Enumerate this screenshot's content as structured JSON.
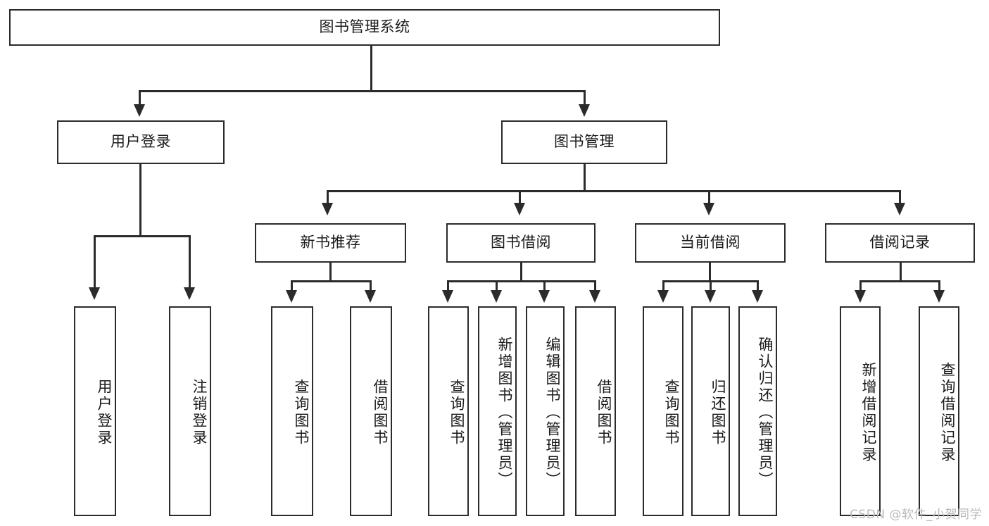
{
  "diagram": {
    "type": "tree-hierarchy-chart",
    "title": "图书管理系统",
    "root": {
      "id": "root",
      "label": "图书管理系统",
      "level": 0
    },
    "level1": [
      {
        "id": "user-login",
        "label": "用户登录"
      },
      {
        "id": "book-management",
        "label": "图书管理"
      }
    ],
    "level2": [
      {
        "id": "new-book-recommend",
        "label": "新书推荐",
        "parent": "book-management"
      },
      {
        "id": "book-borrow",
        "label": "图书借阅",
        "parent": "book-management"
      },
      {
        "id": "current-borrow",
        "label": "当前借阅",
        "parent": "book-management"
      },
      {
        "id": "borrow-record",
        "label": "借阅记录",
        "parent": "book-management"
      }
    ],
    "leaves": {
      "user-login": [
        {
          "id": "leaf-user-login",
          "label": "用户登录"
        },
        {
          "id": "leaf-logout-login",
          "label": "注销登录"
        }
      ],
      "new-book-recommend": [
        {
          "id": "leaf-query-book-1",
          "label": "查询图书"
        },
        {
          "id": "leaf-borrow-book-1",
          "label": "借阅图书"
        }
      ],
      "book-borrow": [
        {
          "id": "leaf-query-book-2",
          "label": "查询图书"
        },
        {
          "id": "leaf-add-book",
          "label": "新增图书（管理员）"
        },
        {
          "id": "leaf-edit-book",
          "label": "编辑图书（管理员）"
        },
        {
          "id": "leaf-borrow-book-2",
          "label": "借阅图书"
        }
      ],
      "current-borrow": [
        {
          "id": "leaf-query-book-3",
          "label": "查询图书"
        },
        {
          "id": "leaf-return-book",
          "label": "归还图书"
        },
        {
          "id": "leaf-confirm-return",
          "label": "确认归还（管理员）"
        }
      ],
      "borrow-record": [
        {
          "id": "leaf-add-record",
          "label": "新增借阅记录"
        },
        {
          "id": "leaf-query-record",
          "label": "查询借阅记录"
        }
      ]
    },
    "watermark": "CSDN @软件_小贺同学",
    "colors": {
      "stroke": "#2b2b2b",
      "fill": "#ffffff",
      "text": "#1a1a1a",
      "watermark": "#b9b9b9"
    }
  }
}
